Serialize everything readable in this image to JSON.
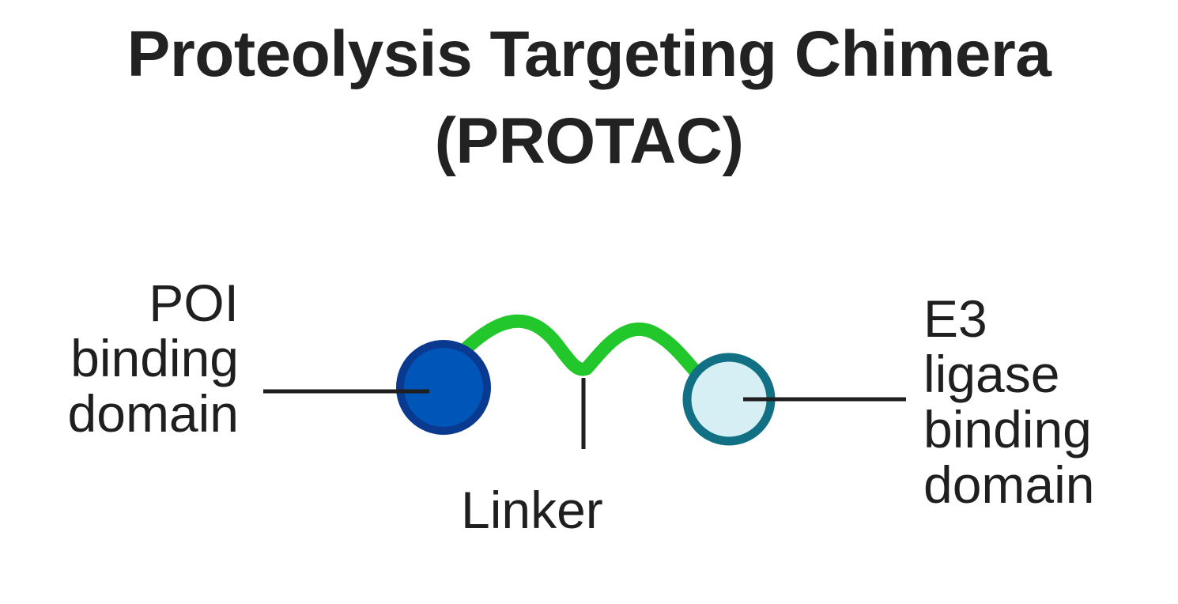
{
  "title": {
    "line1": "Proteolysis Targeting Chimera",
    "line2": "(PROTAC)"
  },
  "labels": {
    "poi": [
      "POI",
      "binding",
      "domain"
    ],
    "linker": "Linker",
    "e3": [
      "E3",
      "ligase",
      "binding",
      "domain"
    ]
  },
  "colors": {
    "poi_fill": "#0055b8",
    "poi_stroke": "#0a3a8f",
    "linker": "#22c72b",
    "e3_fill": "#d5eff5",
    "e3_stroke": "#127085",
    "leader_line": "#1f1f1f",
    "title": "#222222"
  }
}
